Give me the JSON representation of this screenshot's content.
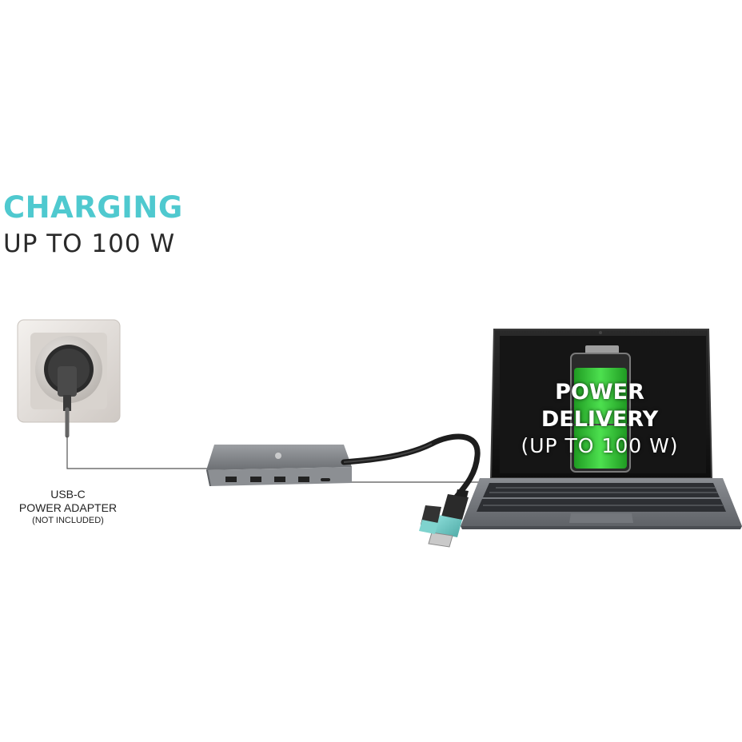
{
  "headline": {
    "title": "CHARGING",
    "subtitle": "UP TO 100 W"
  },
  "adapter_caption": {
    "line1": "USB-C",
    "line2": "POWER ADAPTER",
    "line3": "(NOT INCLUDED)"
  },
  "laptop_screen": {
    "title": "POWER DELIVERY",
    "subtitle": "(UP TO 100 W)",
    "battery_level": 0.9
  },
  "colors": {
    "accent": "#4fc9cf",
    "battery_green": "#37d43a",
    "screen": "#151515"
  },
  "icons": [
    "wall-socket-icon",
    "power-plug-icon",
    "docking-station-icon",
    "laptop-icon",
    "battery-icon",
    "usb-connector-icon"
  ]
}
